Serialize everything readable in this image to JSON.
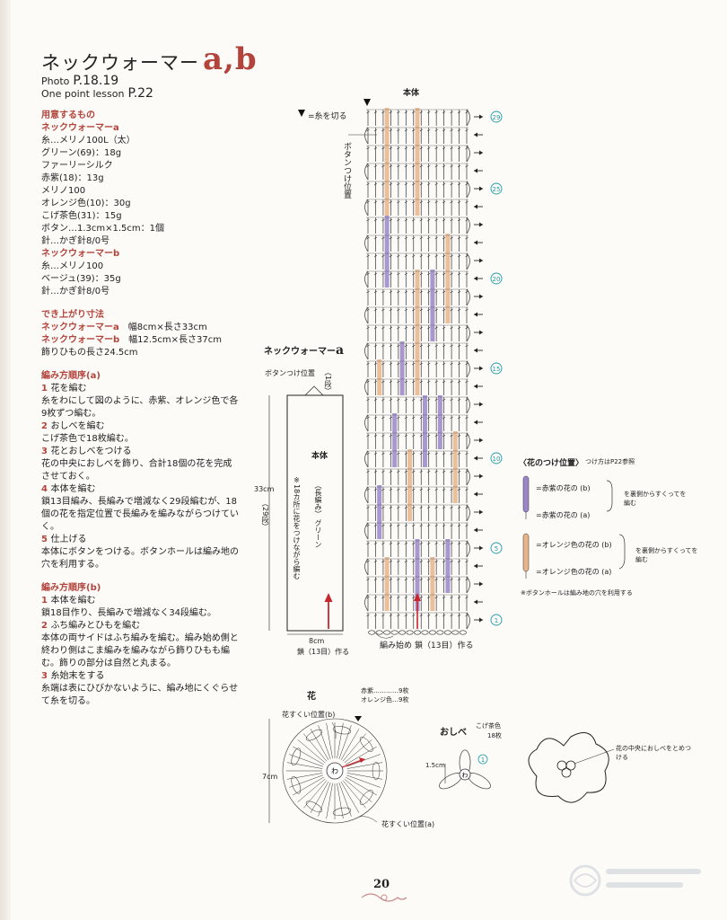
{
  "title": "ネックウォーマー",
  "title_suffix": "a,b",
  "photo_label": "Photo",
  "photo_pages": "P.18.19",
  "onepoint_label": "One point lesson",
  "onepoint_page": "P.22",
  "materials": {
    "heading": "用意するもの",
    "a_title": "ネックウォーマーa",
    "a_lines": [
      "糸…メリノ100L（太）",
      "グリーン(69)：18g",
      "ファーリーシルク",
      "赤紫(18)：13g",
      "メリノ100",
      "オレンジ色(10)：30g",
      "こげ茶色(31)：15g",
      "ボタン…1.3cm×1.5cm：1個",
      "針…かぎ針8/0号"
    ],
    "b_title": "ネックウォーマーb",
    "b_lines": [
      "糸…メリノ100",
      "ベージュ(39)：35g",
      "針…かぎ針8/0号"
    ]
  },
  "finished": {
    "heading": "でき上がり寸法",
    "a_name": "ネックウォーマーa",
    "a_size": "幅8cm×長さ33cm",
    "b_name": "ネックウォーマーb",
    "b_size": "幅12.5cm×長さ37cm",
    "note": "飾りひもの長さ24.5cm"
  },
  "steps_a": {
    "heading": "編み方順序(a)",
    "items": [
      {
        "n": "1",
        "title": "花を編む",
        "body": "糸をわにして図のように、赤紫、オレンジ色で各9枚ずつ編む。"
      },
      {
        "n": "2",
        "title": "おしべを編む",
        "body": "こげ茶色で18枚編む。"
      },
      {
        "n": "3",
        "title": "花とおしべをつける",
        "body": "花の中央におしべを飾り、合計18個の花を完成させておく。"
      },
      {
        "n": "4",
        "title": "本体を編む",
        "body": "鎖13目編み、長編みで増減なく29段編むが、18個の花を指定位置で長編みを編みながらつけていく。"
      },
      {
        "n": "5",
        "title": "仕上げる",
        "body": "本体にボタンをつける。ボタンホールは編み地の穴を利用する。"
      }
    ]
  },
  "steps_b": {
    "heading": "編み方順序(b)",
    "items": [
      {
        "n": "1",
        "title": "本体を編む",
        "body": "鎖18目作り、長編みで増減なく34段編む。"
      },
      {
        "n": "2",
        "title": "ふち編みとひもを編む",
        "body": "本体の両サイドはふち編みを編む。編み始め側と終わり側はこま編みを編みながら飾りひもも編む。飾りの部分は自然と丸まる。"
      },
      {
        "n": "3",
        "title": "糸始末をする",
        "body": "糸端は表にひびかないように、編み地にくぐらせて糸を切る。"
      }
    ]
  },
  "diagram": {
    "body_title": "本体",
    "cut_legend": "=糸を切る",
    "button_pos": "ボタンつけ位置",
    "row_labels": [
      "1",
      "5",
      "10",
      "15",
      "20",
      "25",
      "29"
    ],
    "start_label": "編み始め",
    "chain_label": "鎖（13目）作る",
    "neckwarmer_a": "ネックウォーマー",
    "neckwarmer_a_letter": "a",
    "outline_button": "ボタンつけ位置",
    "outline_row1": "（1段）",
    "outline_body": "本体",
    "outline_stitch": "（長編み）",
    "outline_color": "グリーン",
    "outline_note": "※18カ所に花をつけながら編む",
    "height_label": "33cm",
    "rows_label": "（29段）",
    "width_label": "8cm",
    "width_chain": "鎖（13目）作る"
  },
  "attach": {
    "heading": "〈花のつけ位置〉",
    "ref": "つけ方はP22参照",
    "purple_b": "=赤紫の花の",
    "purple_a": "=赤紫の花の",
    "orange_b": "=オレンジ色の花の",
    "orange_a": "=オレンジ色の花の",
    "tag_b": "(b)",
    "tag_a": "(a)",
    "instr1": "を裏側からすくって",
    "instr2": "を編む",
    "note": "※ボタンホールは編み地の穴を利用する"
  },
  "flower": {
    "title": "花",
    "count1": "赤紫…………9枚",
    "count2": "オレンジ色…9枚",
    "scoop_b": "花すくい位置(b)",
    "scoop_a": "花すくい位置(a)",
    "size": "7cm",
    "center": "わ",
    "stamen_title": "おしべ",
    "stamen_color": "こげ茶色",
    "stamen_count": "18枚",
    "stamen_size": "1.5cm",
    "center_note": "花の中央におしべをとめつける"
  },
  "colors": {
    "purple": "#9a86c8",
    "orange": "#e8b48a",
    "accent": "#b3443c",
    "teal": "#1f9aa8",
    "red": "#c8262e"
  },
  "page_number": "20"
}
